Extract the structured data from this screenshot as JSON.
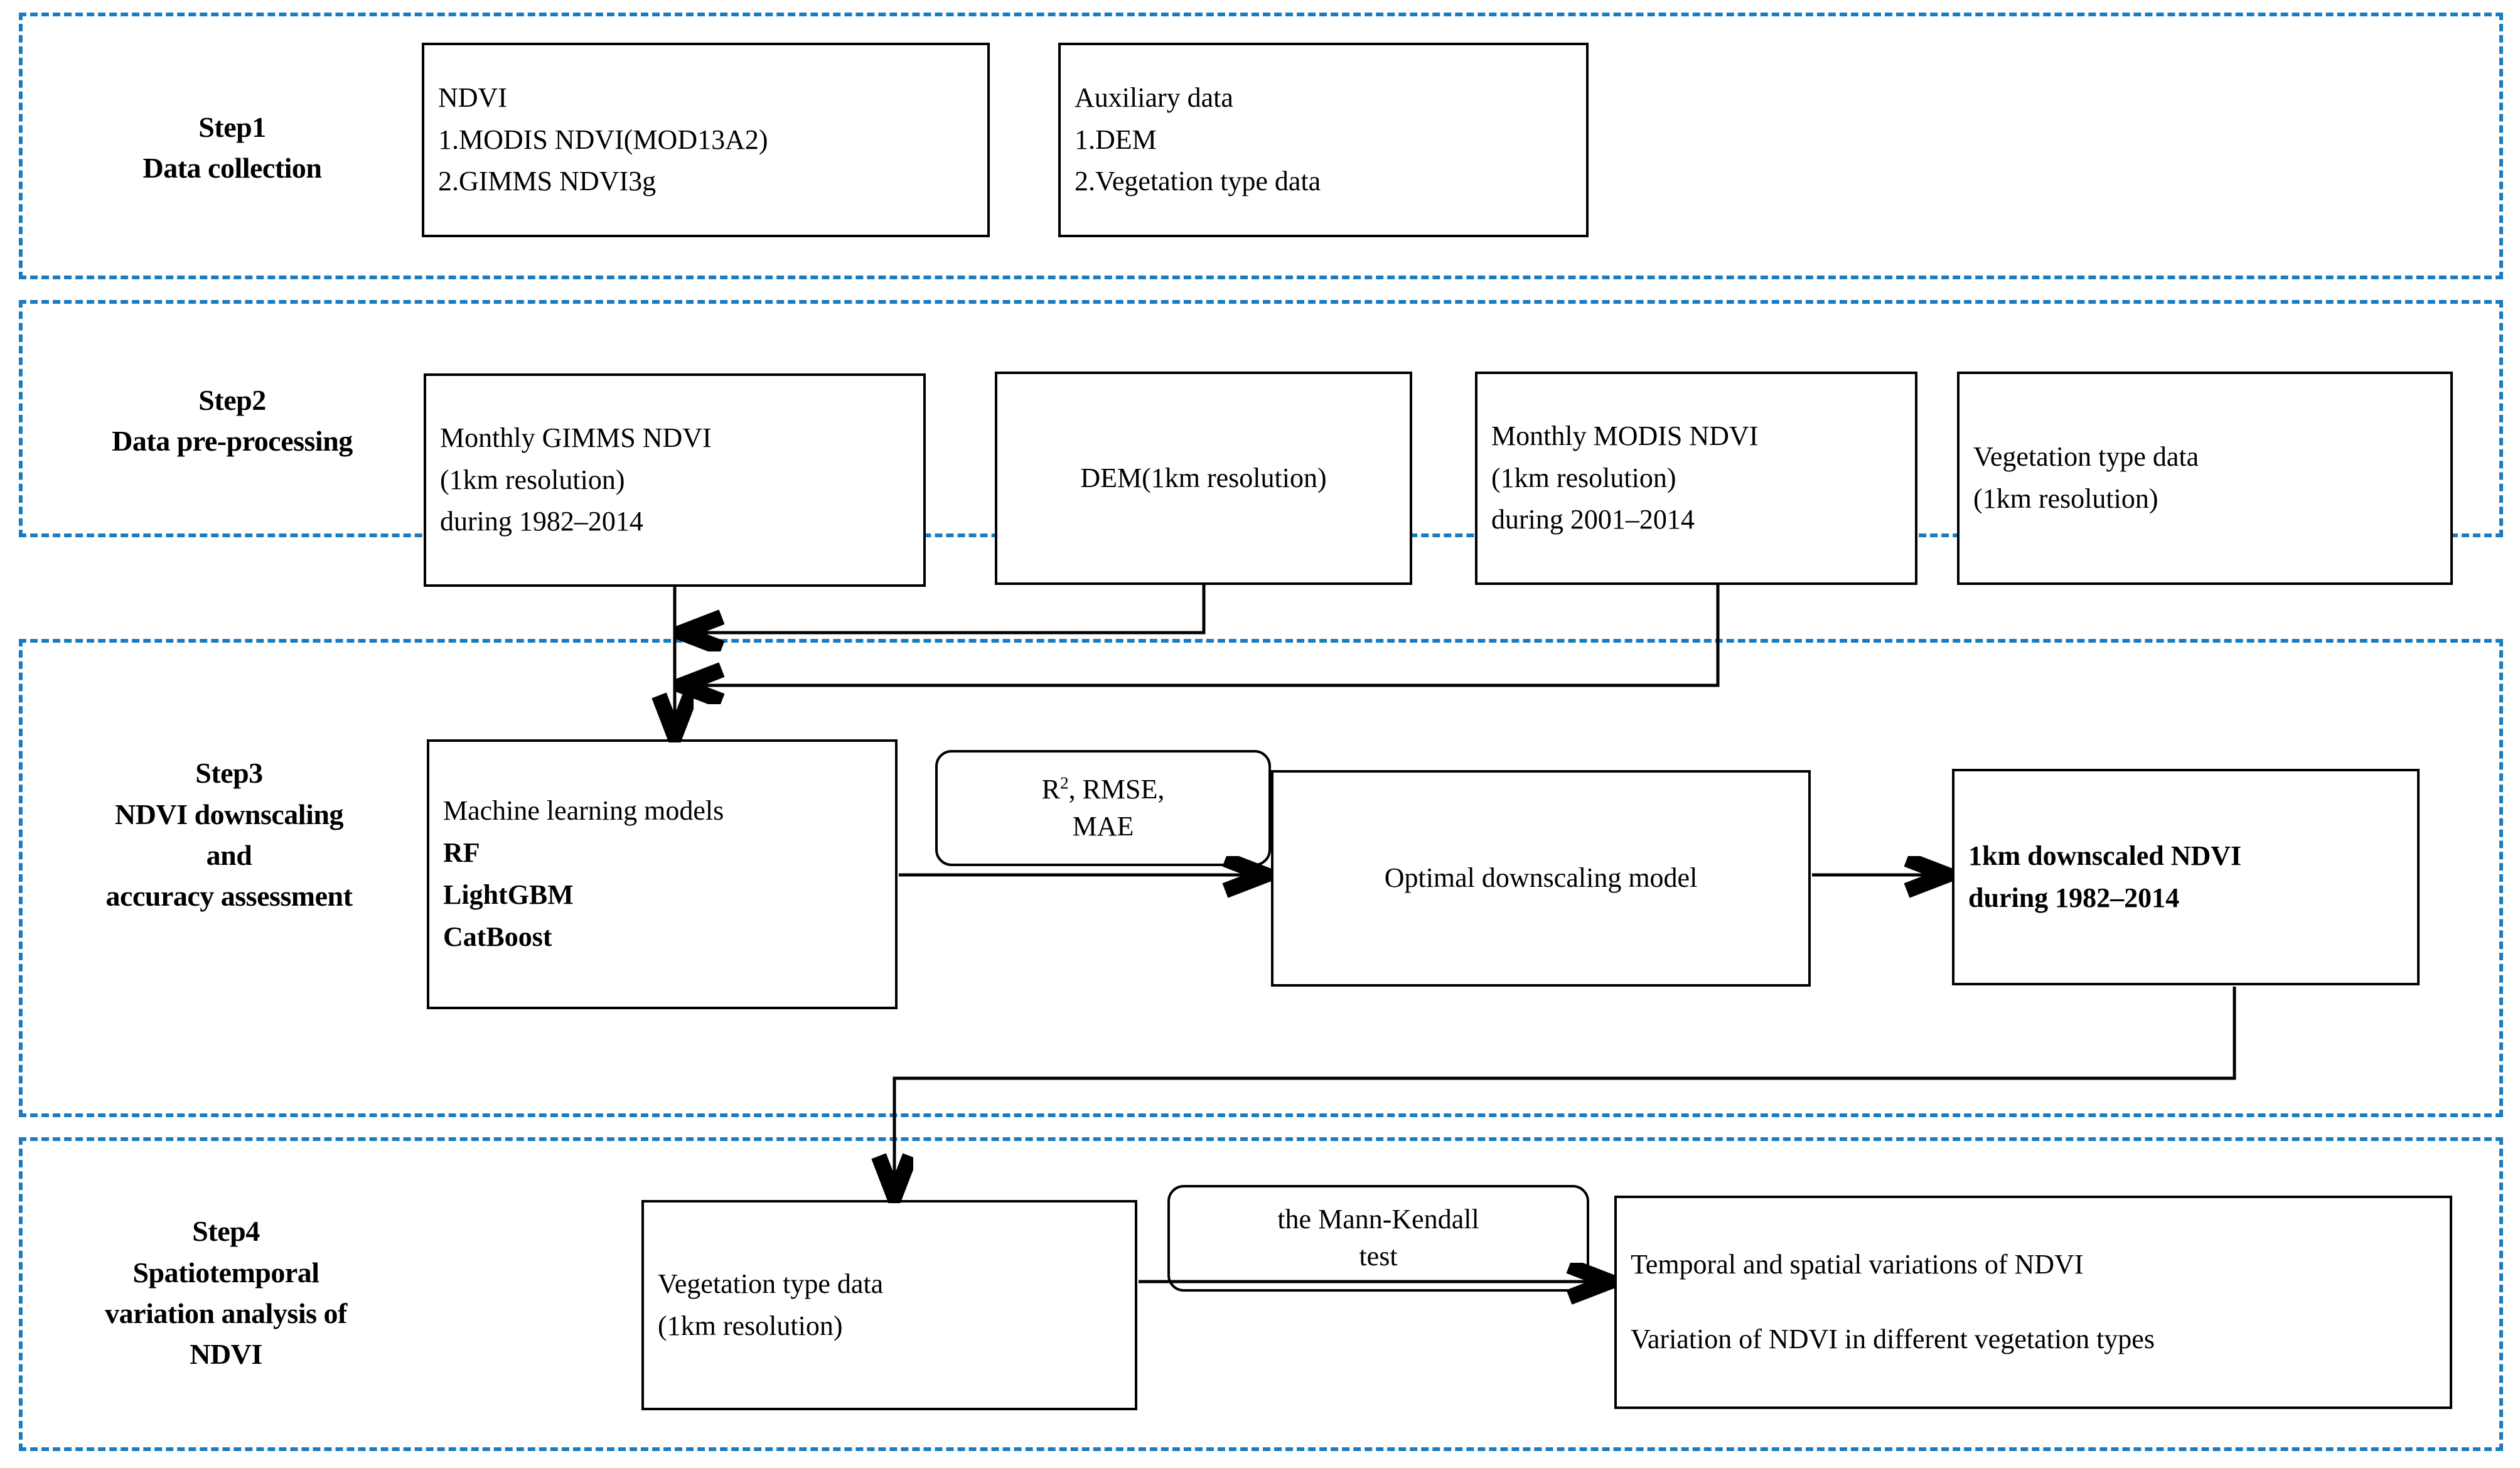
{
  "colors": {
    "panel_border": "#1a7cc0",
    "node_border": "#000000",
    "text": "#000000",
    "background": "#ffffff"
  },
  "steps": [
    {
      "id": "step1",
      "label": "Step1\nData collection",
      "nodes": [
        {
          "id": "ndvi-sources",
          "lines": [
            "NDVI",
            "1.MODIS NDVI(MOD13A2)",
            "2.GIMMS NDVI3g"
          ]
        },
        {
          "id": "auxiliary-data",
          "lines": [
            "Auxiliary data",
            "1.DEM",
            "2.Vegetation type data"
          ]
        }
      ]
    },
    {
      "id": "step2",
      "label": "Step2\nData pre-processing",
      "nodes": [
        {
          "id": "gimms-ndvi-preprocessed",
          "lines": [
            "Monthly GIMMS NDVI",
            "(1km resolution)",
            "during 1982–2014"
          ]
        },
        {
          "id": "dem-preprocessed",
          "lines": [
            "DEM(1km resolution)"
          ]
        },
        {
          "id": "modis-ndvi-preprocessed",
          "lines": [
            "Monthly MODIS NDVI",
            "(1km resolution)",
            "during 2001–2014"
          ]
        },
        {
          "id": "vegetation-type-preprocessed",
          "lines": [
            "Vegetation type data",
            "(1km resolution)"
          ]
        }
      ]
    },
    {
      "id": "step3",
      "label": "Step3\nNDVI downscaling\nand\naccuracy assessment",
      "nodes": [
        {
          "id": "machine-learning-models",
          "lines": [
            "Machine learning models",
            "RF",
            "LightGBM",
            "CatBoost"
          ]
        },
        {
          "id": "accuracy-metrics",
          "lines": [
            "R², RMSE,",
            "MAE"
          ]
        },
        {
          "id": "optimal-downscaling-model",
          "lines": [
            "Optimal downscaling model"
          ]
        },
        {
          "id": "downscaled-ndvi-output",
          "lines": [
            "1km downscaled NDVI",
            "during 1982–2014"
          ]
        }
      ]
    },
    {
      "id": "step4",
      "label": "Step4\nSpatiotemporal\nvariation analysis of\nNDVI",
      "nodes": [
        {
          "id": "vegetation-type-input",
          "lines": [
            "Vegetation type data",
            "(1km resolution)"
          ]
        },
        {
          "id": "mann-kendall-test",
          "lines": [
            "the Mann-Kendall",
            "test"
          ]
        },
        {
          "id": "variation-results",
          "lines": [
            "Temporal and spatial variations of NDVI",
            "Variation of NDVI in different vegetation types"
          ]
        }
      ]
    }
  ]
}
